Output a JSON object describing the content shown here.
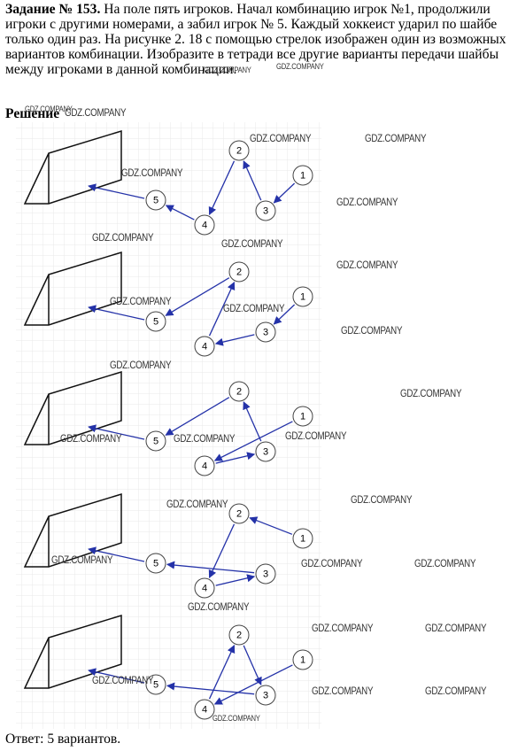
{
  "task": {
    "number": "Задание № 153.",
    "text": "На поле пять игроков. Начал комбинацию игрок №1, продолжили игроки с другими номерами, а забил игрок № 5. Каждый хоккеист ударил по шайбе только один раз. На рисунке 2. 18 с помощью стрелок изображен один из возможных вариантов комбинации. Изобразите в тетради все другие варианты передачи шайбы между игроками в данной комбинации."
  },
  "solution_label": "Решение",
  "answer": "Ответ: 5 вариантов.",
  "watermark": "GDZ.COMPANY",
  "colors": {
    "arrow": "#2432a8",
    "grid": "#e4e4e4",
    "node_stroke": "#444444"
  },
  "variants": [
    {
      "sequence": [
        "1",
        "3",
        "2",
        "4",
        "5"
      ]
    },
    {
      "sequence": [
        "1",
        "3",
        "4",
        "2",
        "5"
      ]
    },
    {
      "sequence": [
        "1",
        "4",
        "3",
        "2",
        "5"
      ]
    },
    {
      "sequence": [
        "1",
        "2",
        "4",
        "3",
        "5"
      ]
    },
    {
      "sequence": [
        "1",
        "4",
        "2",
        "3",
        "5"
      ]
    }
  ]
}
